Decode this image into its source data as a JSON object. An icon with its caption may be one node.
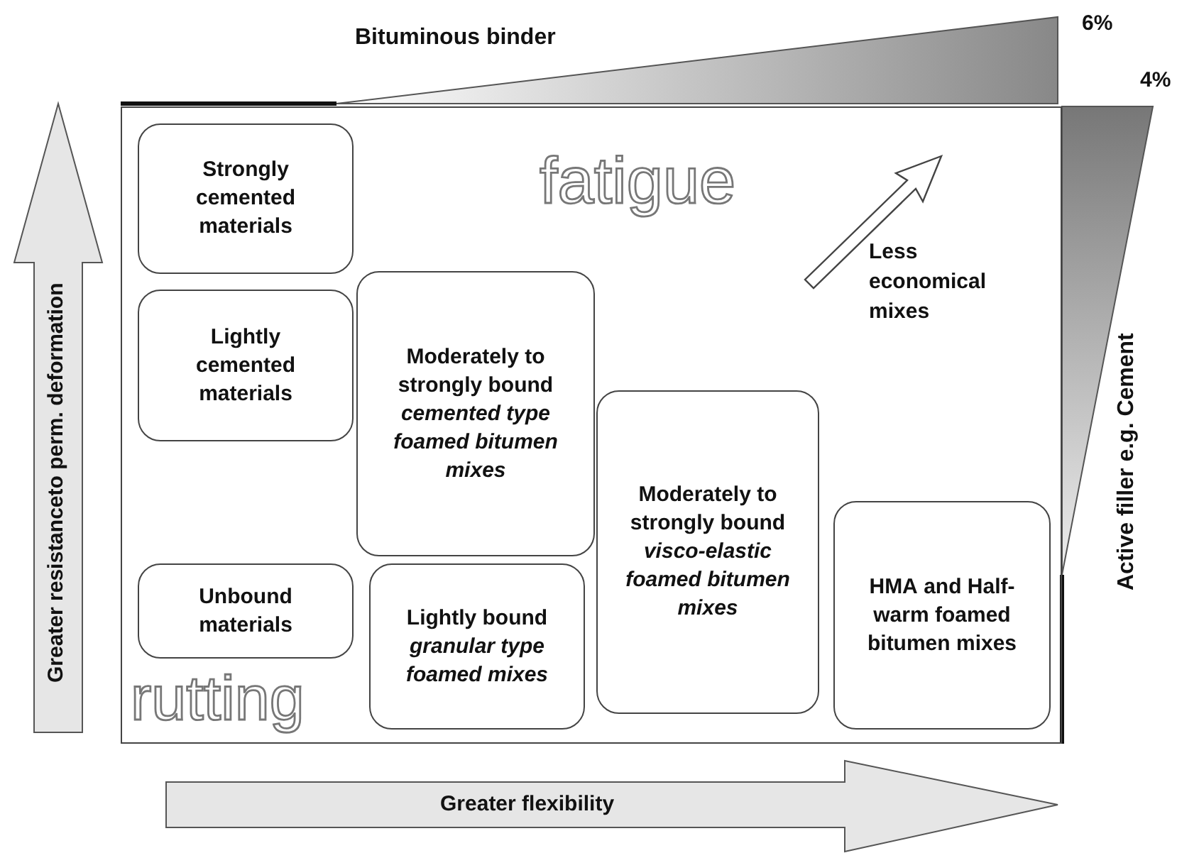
{
  "diagram": {
    "nodes": [
      {
        "text": [],
        "shape": "box"
      },
      {
        "text": [
          "Strongly cemented materials"
        ],
        "in": 0
      },
      {
        "text": [
          "Lightly cemented materials"
        ],
        "in": 0
      },
      {
        "text": [
          "Moderately to strongly bound *cemented type foamed bitumen mixes*"
        ],
        "in": 0
      },
      {
        "text": [
          "Unbound materials"
        ],
        "in": 0
      },
      {
        "text": [
          "Lightly bound *granular type foamed mixes*"
        ],
        "in": 0
      },
      {
        "text": [
          "Moderately to strongly bound *visco-elastic foamed bitumen mixes*"
        ],
        "in": 0
      },
      {
        "text": [
          "**HMA** and **Half-warm foamed bitumen mixes**"
        ],
        "in": 0
      }
    ],
    "edges": [],
    "labels": [
      "Bituminous binder",
      "6%",
      "4%",
      "fatigue",
      "Less economical mixes",
      "Greater resistanceto perm. deformation",
      "Active filler e.g. Cement",
      "rutting",
      "Greater flexibility"
    ]
  }
}
